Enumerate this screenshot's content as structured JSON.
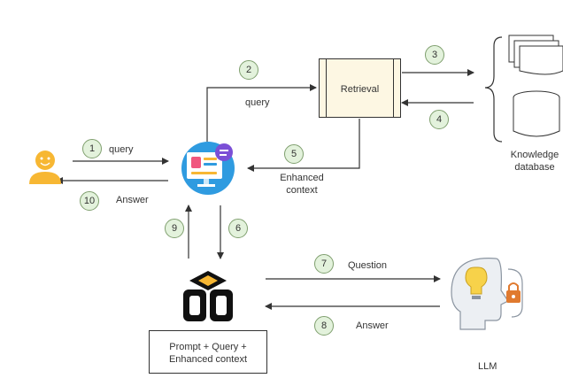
{
  "nodes": {
    "retrieval": "Retrieval",
    "knowledge_database": "Knowledge\ndatabase",
    "prompt_box": "Prompt +  Query +\nEnhanced context",
    "llm": "LLM"
  },
  "edges": {
    "e1": {
      "num": "1",
      "label": "query"
    },
    "e2": {
      "num": "2",
      "label": "query"
    },
    "e3": {
      "num": "3",
      "label": ""
    },
    "e4": {
      "num": "4",
      "label": ""
    },
    "e5": {
      "num": "5",
      "label": "Enhanced\ncontext"
    },
    "e6": {
      "num": "6",
      "label": ""
    },
    "e7": {
      "num": "7",
      "label": "Question"
    },
    "e8": {
      "num": "8",
      "label": "Answer"
    },
    "e9": {
      "num": "9",
      "label": ""
    },
    "e10": {
      "num": "10",
      "label": "Answer"
    }
  },
  "colors": {
    "step_circle_fill": "#e3f2dc",
    "step_circle_border": "#7f9f6e",
    "retrieval_fill": "#fdf7e3",
    "user_icon": "#f7b733",
    "app_icon_blue": "#2f9be0"
  }
}
